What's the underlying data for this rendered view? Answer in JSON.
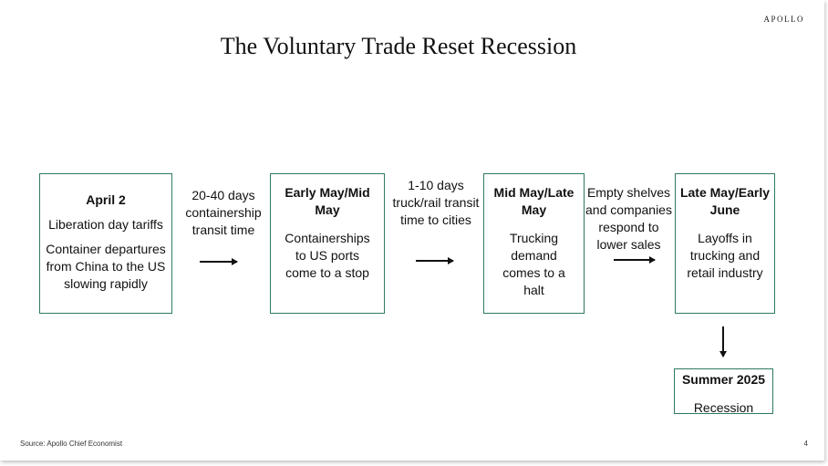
{
  "brand": "APOLLO",
  "title": "The Voluntary Trade Reset Recession",
  "nodes": [
    {
      "head": "April 2",
      "lines": [
        "Liberation day tariffs",
        "Container departures from China to the US slowing rapidly"
      ]
    },
    {
      "head": "Early May/Mid May",
      "lines": [
        "Containerships to US ports come to a stop"
      ]
    },
    {
      "head": "Mid May/Late May",
      "lines": [
        "Trucking demand comes to a halt"
      ]
    },
    {
      "head": "Late May/Early June",
      "lines": [
        "Layoffs in trucking and retail industry"
      ]
    },
    {
      "head": "Summer 2025",
      "lines": [
        "Recession"
      ]
    }
  ],
  "transitions": [
    "20-40 days containership transit time",
    "1-10 days truck/rail transit time to cities",
    "Empty shelves and companies respond to lower sales"
  ],
  "footer": {
    "source": "Source: Apollo Chief Economist",
    "page": "4"
  },
  "colors": {
    "box_border": "#2e7a63"
  }
}
